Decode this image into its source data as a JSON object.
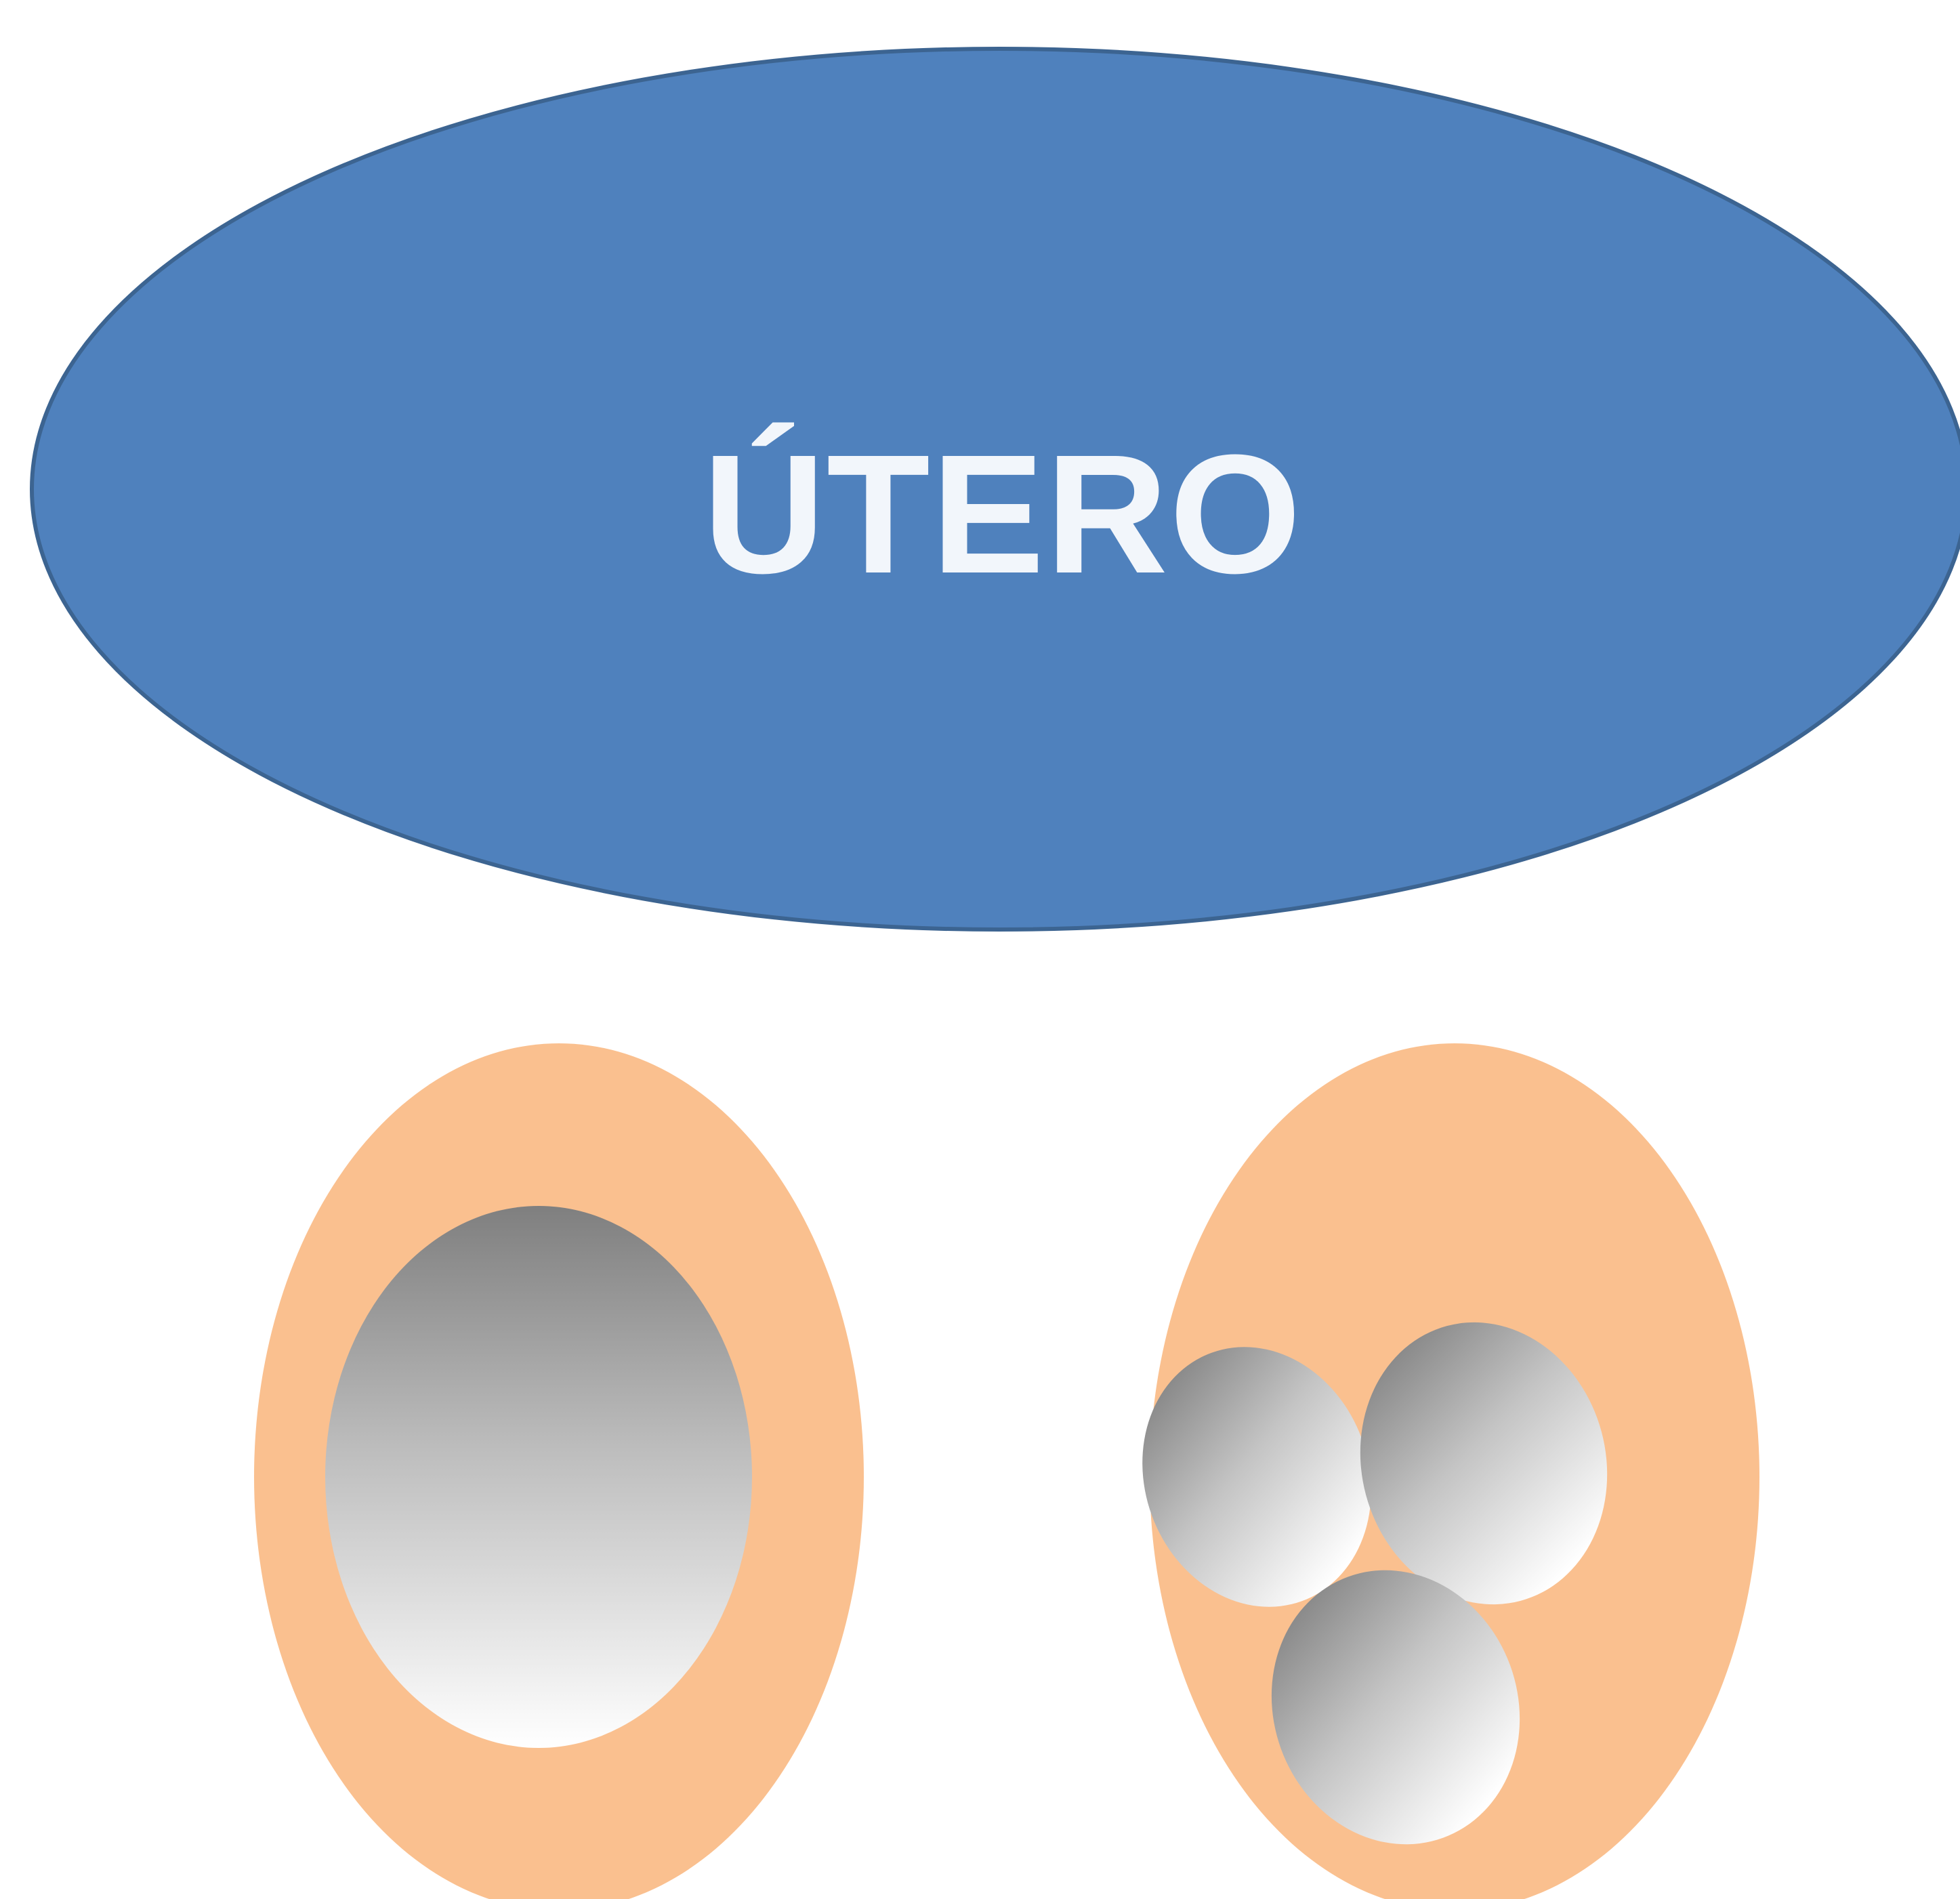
{
  "uterus": {
    "label": "ÚTERO"
  },
  "colors": {
    "uterus_fill": "#4f81bd",
    "uterus_stroke": "#3c6491",
    "uterus_text": "#f2f6fb",
    "ovary_fill": "#fac08f",
    "cavity_dark": "#7f7f7f",
    "cavity_light": "#ffffff"
  },
  "ovaries": [
    {
      "name": "ovary-left",
      "cavity_count": 1
    },
    {
      "name": "ovary-right",
      "cavity_count": 3
    }
  ]
}
